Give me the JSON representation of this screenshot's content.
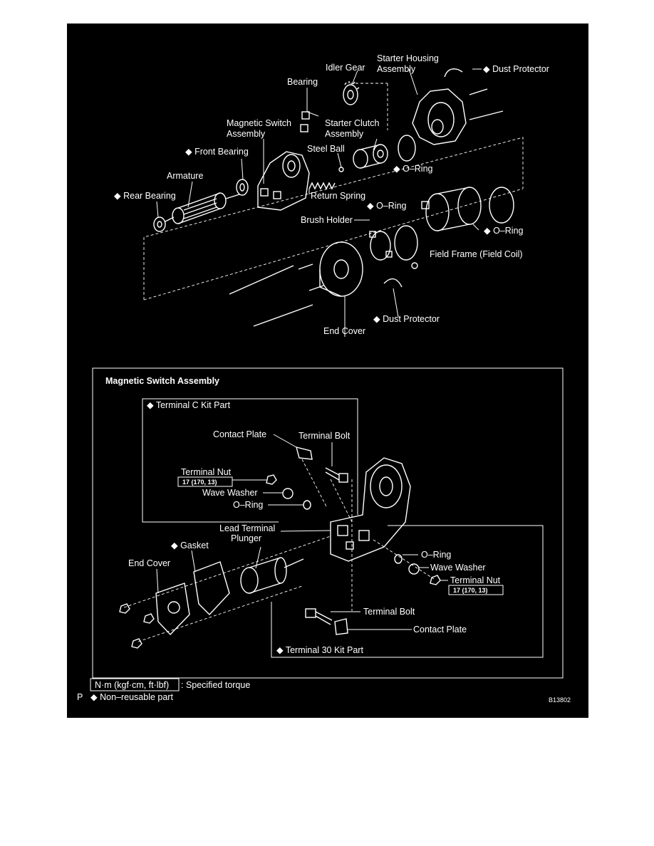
{
  "main_labels": {
    "dust_protector_top": "◆ Dust Protector",
    "starter_housing": "Starter Housing",
    "starter_housing_2": "Assembly",
    "idler_gear": "Idler Gear",
    "bearing": "Bearing",
    "magnetic_switch": "Magnetic Switch",
    "magnetic_switch_2": "Assembly",
    "starter_clutch": "Starter Clutch",
    "starter_clutch_2": "Assembly",
    "front_bearing": "◆ Front Bearing",
    "steel_ball": "Steel Ball",
    "armature": "Armature",
    "o_ring_1": "◆ O–Ring",
    "rear_bearing": "◆ Rear Bearing",
    "return_spring": "Return Spring",
    "o_ring_2": "◆ O–Ring",
    "brush_holder": "Brush Holder",
    "o_ring_3": "◆ O–Ring",
    "field_frame": "Field Frame (Field Coil)",
    "dust_protector_bottom": "◆ Dust Protector",
    "end_cover": "End Cover"
  },
  "inset": {
    "title": "Magnetic Switch Assembly",
    "kit_c_title": "◆ Terminal C Kit Part",
    "contact_plate_c": "Contact Plate",
    "terminal_bolt_c": "Terminal Bolt",
    "terminal_nut_c": "Terminal Nut",
    "torque_c": "17 (170, 13)",
    "wave_washer_c": "Wave Washer",
    "o_ring_c": "O–Ring",
    "lead_terminal": "Lead Terminal",
    "plunger": "Plunger",
    "gasket": "◆ Gasket",
    "end_cover": "End Cover",
    "o_ring_30": "O–Ring",
    "wave_washer_30": "Wave Washer",
    "terminal_nut_30": "Terminal Nut",
    "torque_30": "17 (170, 13)",
    "terminal_bolt_30": "Terminal Bolt",
    "contact_plate_30": "Contact Plate",
    "kit_30_title": "◆ Terminal 30 Kit Part"
  },
  "legend": {
    "torque_unit": "N·m (kgf·cm, ft·lbf)",
    "torque_desc": ": Specified torque",
    "non_reusable": "◆ Non–reusable part",
    "page_marker": "P",
    "figure_code": "B13802"
  }
}
